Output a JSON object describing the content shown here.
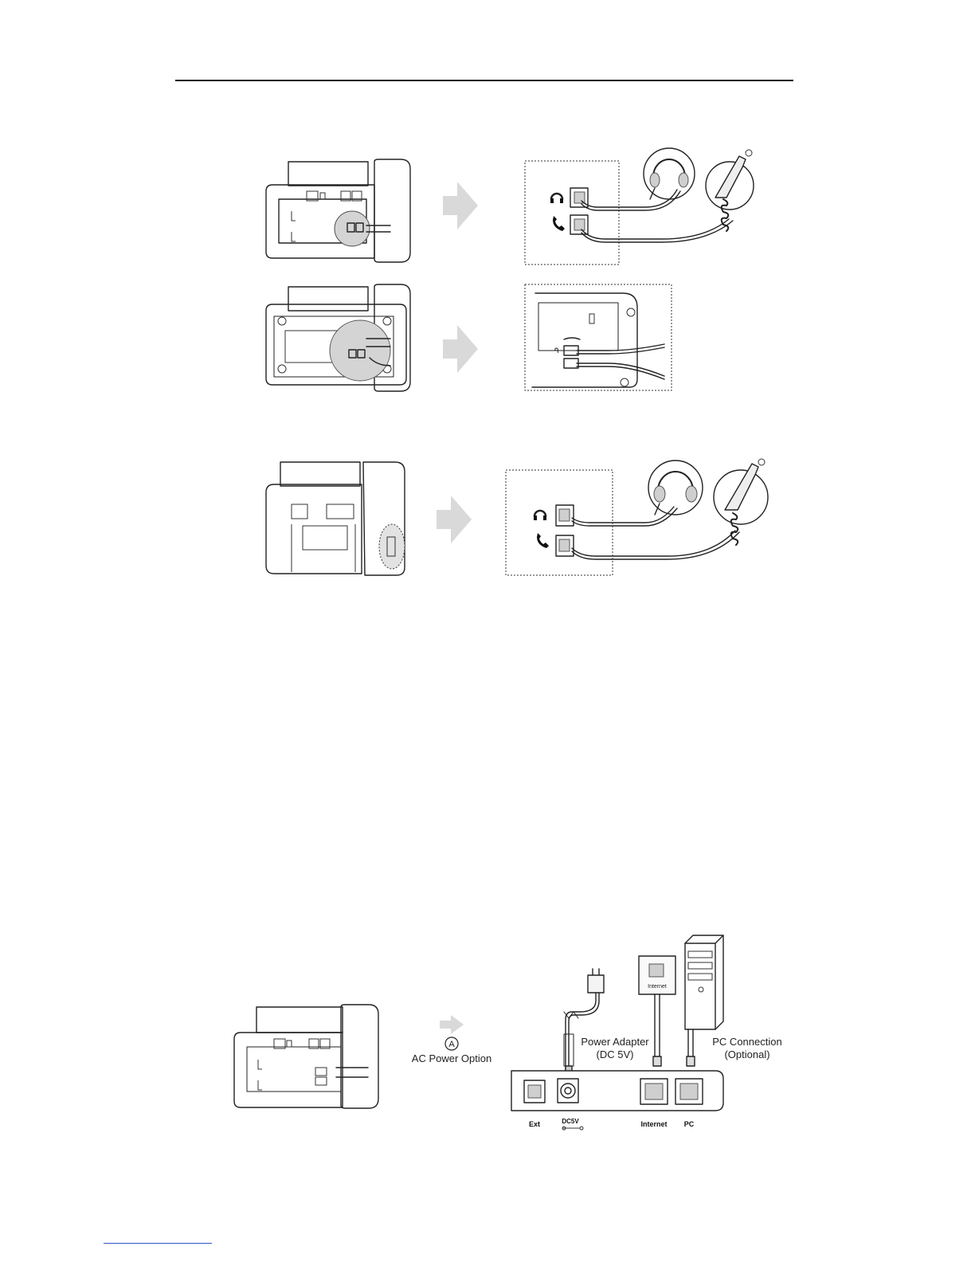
{
  "power_diagram": {
    "option_marker": "A",
    "option_label": "AC Power Option",
    "adapter_label_line1": "Power Adapter",
    "adapter_label_line2": "(DC 5V)",
    "pc_label_line1": "PC Connection",
    "pc_label_line2": "(Optional)",
    "wall_jack_label": "Internet",
    "ports": {
      "ext": "Ext",
      "dc": "DC5V",
      "internet": "Internet",
      "pc": "PC"
    }
  }
}
